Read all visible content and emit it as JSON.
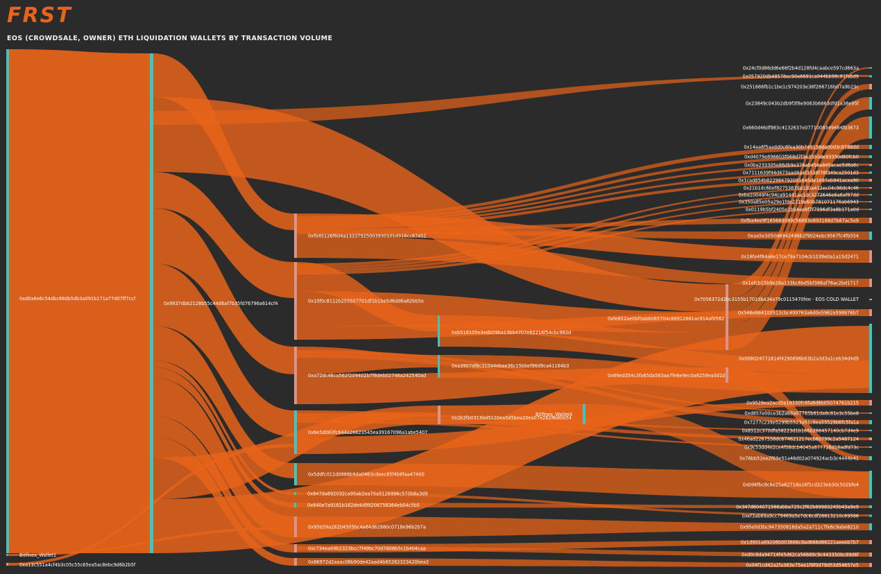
{
  "header": {
    "logo": "FRST",
    "title": "EOS (CROWDSALE, OWNER) ETH LIQUIDATION WALLETS BY TRANSACTION VOLUME"
  },
  "colors": {
    "background": "#2b2b2b",
    "flow": "#e8641a",
    "node_teal": "#3cc8c0",
    "node_pink": "#d9958a"
  },
  "diagram": {
    "type": "sankey",
    "nodes": [
      {
        "id": "n0",
        "label": "0xd0a6e6c54dbc68db5db3a091b171a77407ff7ccf",
        "col": 0,
        "color": "teal"
      },
      {
        "id": "n1",
        "label": "Bitfinex_Wallet1",
        "col": 0,
        "color": "teal"
      },
      {
        "id": "n2",
        "label": "0xa13c551a4cf4b3c05c55c65ea5ac8ebc9d6b2b5f",
        "col": 0,
        "color": "pink"
      },
      {
        "id": "n3",
        "label": "0x9937dbb2128b55c44d6af7b35fd76796a614cf4",
        "col": 1,
        "color": "teal"
      },
      {
        "id": "n4",
        "label": "0xf045126f604a13337925003930101d316cc87451",
        "col": 2,
        "color": "pink"
      },
      {
        "id": "n5",
        "label": "0x10f0c8112b255507701df1b1be5d6dd6a82bb5e",
        "col": 2,
        "color": "pink"
      },
      {
        "id": "n6",
        "label": "0xa72dc46ca562f209402b7f8deb02746a242540ad",
        "col": 2,
        "color": "pink"
      },
      {
        "id": "n7",
        "label": "0x6e5d083fc644a26623545ea39167096a1abe5407",
        "col": 2,
        "color": "teal"
      },
      {
        "id": "n8",
        "label": "0x5ddfc011d0888b9da0463cdeec85f4b6faa47400",
        "col": 2,
        "color": "teal"
      },
      {
        "id": "n9",
        "label": "0x847da892032ca95ab2ea75a5126996c570b8a3d9",
        "col": 2,
        "color": "teal"
      },
      {
        "id": "n10",
        "label": "0x640e7a9161b162de4d99206758364eb04c5b5",
        "col": 2,
        "color": "teal"
      },
      {
        "id": "n11",
        "label": "0x95b59a282b4505bc4a64d62980c0718e96b2b7a",
        "col": 2,
        "color": "pink"
      },
      {
        "id": "n12",
        "label": "0xc734ea09b2323bcc7f49bc70d7608b5c1b404caa",
        "col": 2,
        "color": "pink"
      },
      {
        "id": "n13",
        "label": "0x86972d2aaac08b90de42aad4b65282323420bea3",
        "col": 2,
        "color": "pink"
      },
      {
        "id": "n14",
        "label": "0xb518105e3edb59ba13bb4707e62216f54cbc992d",
        "col": 3,
        "color": "teal"
      },
      {
        "id": "n15",
        "label": "0xa3907df8c310a4ebae36c15bbef96d9ca41164b3",
        "col": 3,
        "color": "teal"
      },
      {
        "id": "n16",
        "label": "0x2b2fb0313bd5120ea5d5bea20ea07e2628b80b54",
        "col": 3,
        "color": "pink"
      },
      {
        "id": "n17",
        "label": "Bitfinex_Wallet4",
        "col": 3,
        "color": "teal"
      },
      {
        "id": "n18",
        "label": "0xfe652ae0bf0ab6065704c86912661ac914af0562",
        "col": 4,
        "color": "pink"
      },
      {
        "id": "n19",
        "label": "0x69ed354c3fa65da583aa7fe6e9ec0a8259ea0d1d",
        "col": 4,
        "color": "pink"
      },
      {
        "id": "n20",
        "label": "0x24cf0d86dd6e66f2b4d128fd4caabce597cd663a",
        "col": 5,
        "color": "teal"
      },
      {
        "id": "n21",
        "label": "0x057920db48578ec90e6691ca044bb98c81fabd9",
        "col": 5,
        "color": "teal"
      },
      {
        "id": "n22",
        "label": "0x251686fb1c1be1c974203e38f266716b07a9b23c",
        "col": 5,
        "color": "pink"
      },
      {
        "id": "n23",
        "label": "0x23849c043b2db9f3f8e9063b6863dfd1a38e95f",
        "col": 5,
        "color": "teal"
      },
      {
        "id": "n24",
        "label": "0x660d46df983c4132637e0771008349484fb3673",
        "col": 5,
        "color": "teal"
      },
      {
        "id": "n25",
        "label": "0x14aa8f5aadd0c6fea30b745158da00d3c8788dd",
        "col": 5,
        "color": "teal"
      },
      {
        "id": "n26",
        "label": "0xd4079e896603f068d7f3e3550de93350d80fcb0",
        "col": 5,
        "color": "teal"
      },
      {
        "id": "n27",
        "label": "0x0ba233305e86db9e376ab456a845acae5d6a6c",
        "col": 5,
        "color": "pink"
      },
      {
        "id": "n28",
        "label": "0x7111639f44d473aad4a4f3539f78f349ca2501d3",
        "col": 5,
        "color": "teal"
      },
      {
        "id": "n29",
        "label": "0x1cad854b822984792081645de1697eb941acea90",
        "col": 5,
        "color": "pink"
      },
      {
        "id": "n30",
        "label": "0x21b1dc6bef8275387da530a412ec04c98dc4c46",
        "col": 5,
        "color": "pink"
      },
      {
        "id": "n31",
        "label": "0xba10049f4c94ca91441ae1dc3272646e6a6af87dd",
        "col": 5,
        "color": "teal"
      },
      {
        "id": "n32",
        "label": "0x350a85e05a29e1fde2719e60b781071176ab6943",
        "col": 5,
        "color": "teal"
      },
      {
        "id": "n33",
        "label": "0x0119b5bf2405e1bb4ee8f7f7996df3a8b171a0d",
        "col": 5,
        "color": "teal"
      },
      {
        "id": "n34",
        "label": "0xfba4ee9f16566d049c56693e893188d7b67ac5e9",
        "col": 5,
        "color": "pink"
      },
      {
        "id": "n35",
        "label": "0xaa5e3050d6942496b2f9024ebc9567fc4fb554",
        "col": 5,
        "color": "teal"
      },
      {
        "id": "n36",
        "label": "0x16fe4f84a6e17ce79a7104cb1039e0a1a15d2471",
        "col": 5,
        "color": "pink"
      },
      {
        "id": "n37",
        "label": "0x1efcb15b9e28a133bc6bd5bf386af76ac2bd1717",
        "col": 5,
        "color": "pink"
      },
      {
        "id": "n38",
        "label": "0x7056372d2bc3155b1701dba34a79c0115470fee - EOS COLD WALLET",
        "col": 5,
        "color": "pink"
      },
      {
        "id": "n39",
        "label": "0x546e864100513cbc499763a6d0e5962a598876b7",
        "col": 5,
        "color": "pink"
      },
      {
        "id": "n40",
        "label": "0x008024771814f4290696b63b2a3d3a1ceb34d4d9",
        "col": 5,
        "color": "teal"
      },
      {
        "id": "n41",
        "label": "0x9529ea2acd2e18330fc6fa8d8b05074761b215",
        "col": 5,
        "color": "pink"
      },
      {
        "id": "n42",
        "label": "0xd857e00ce3b2a68a07765b61da8c81e3c55be8",
        "col": 5,
        "color": "teal"
      },
      {
        "id": "n43",
        "label": "0x7277c239e5299b5523a51c6ea55529b6fc5fa1a",
        "col": 5,
        "color": "teal"
      },
      {
        "id": "n44",
        "label": "0x8512c370dfa58223d1b166b286457140cb7d4e9",
        "col": 5,
        "color": "teal"
      },
      {
        "id": "n45",
        "label": "0x46ad2267558dc674621217ecb60799c2a5487124",
        "col": 5,
        "color": "pink"
      },
      {
        "id": "n46",
        "label": "0x9c53dd4e2ce4f08dcb4045a877726d18adfd73c",
        "col": 5,
        "color": "teal"
      },
      {
        "id": "n47",
        "label": "0x76bb52ee2f69e51a46d02a074924acb3c4444e41",
        "col": 5,
        "color": "teal"
      },
      {
        "id": "n48",
        "label": "0xb96fbc8c8e25a62718a16f1cd323eb30c502bfe4",
        "col": 5,
        "color": "teal"
      },
      {
        "id": "n49",
        "label": "0x347d604071566abba725c2f62b89983245b43a9e9",
        "col": 5,
        "color": "teal"
      },
      {
        "id": "n50",
        "label": "0xef3ab69a9cc79469a5e7dc6cdf28613210c69586",
        "col": 5,
        "color": "teal"
      },
      {
        "id": "n51",
        "label": "0x95e0d3bc947350816da5a2a711c7fe6c9abe8210",
        "col": 5,
        "color": "teal"
      },
      {
        "id": "n52",
        "label": "0x1d901a89206b003666c9ad666d86221aeeeb7b7",
        "col": 5,
        "color": "pink"
      },
      {
        "id": "n53",
        "label": "0xd0c8da94714f45d62ca56689c9c443350bc89d6f",
        "col": 5,
        "color": "pink"
      },
      {
        "id": "n54",
        "label": "0x04f1cd42a2fa383e75ee1f9f0d79d53d54657e5",
        "col": 5,
        "color": "pink"
      }
    ]
  }
}
